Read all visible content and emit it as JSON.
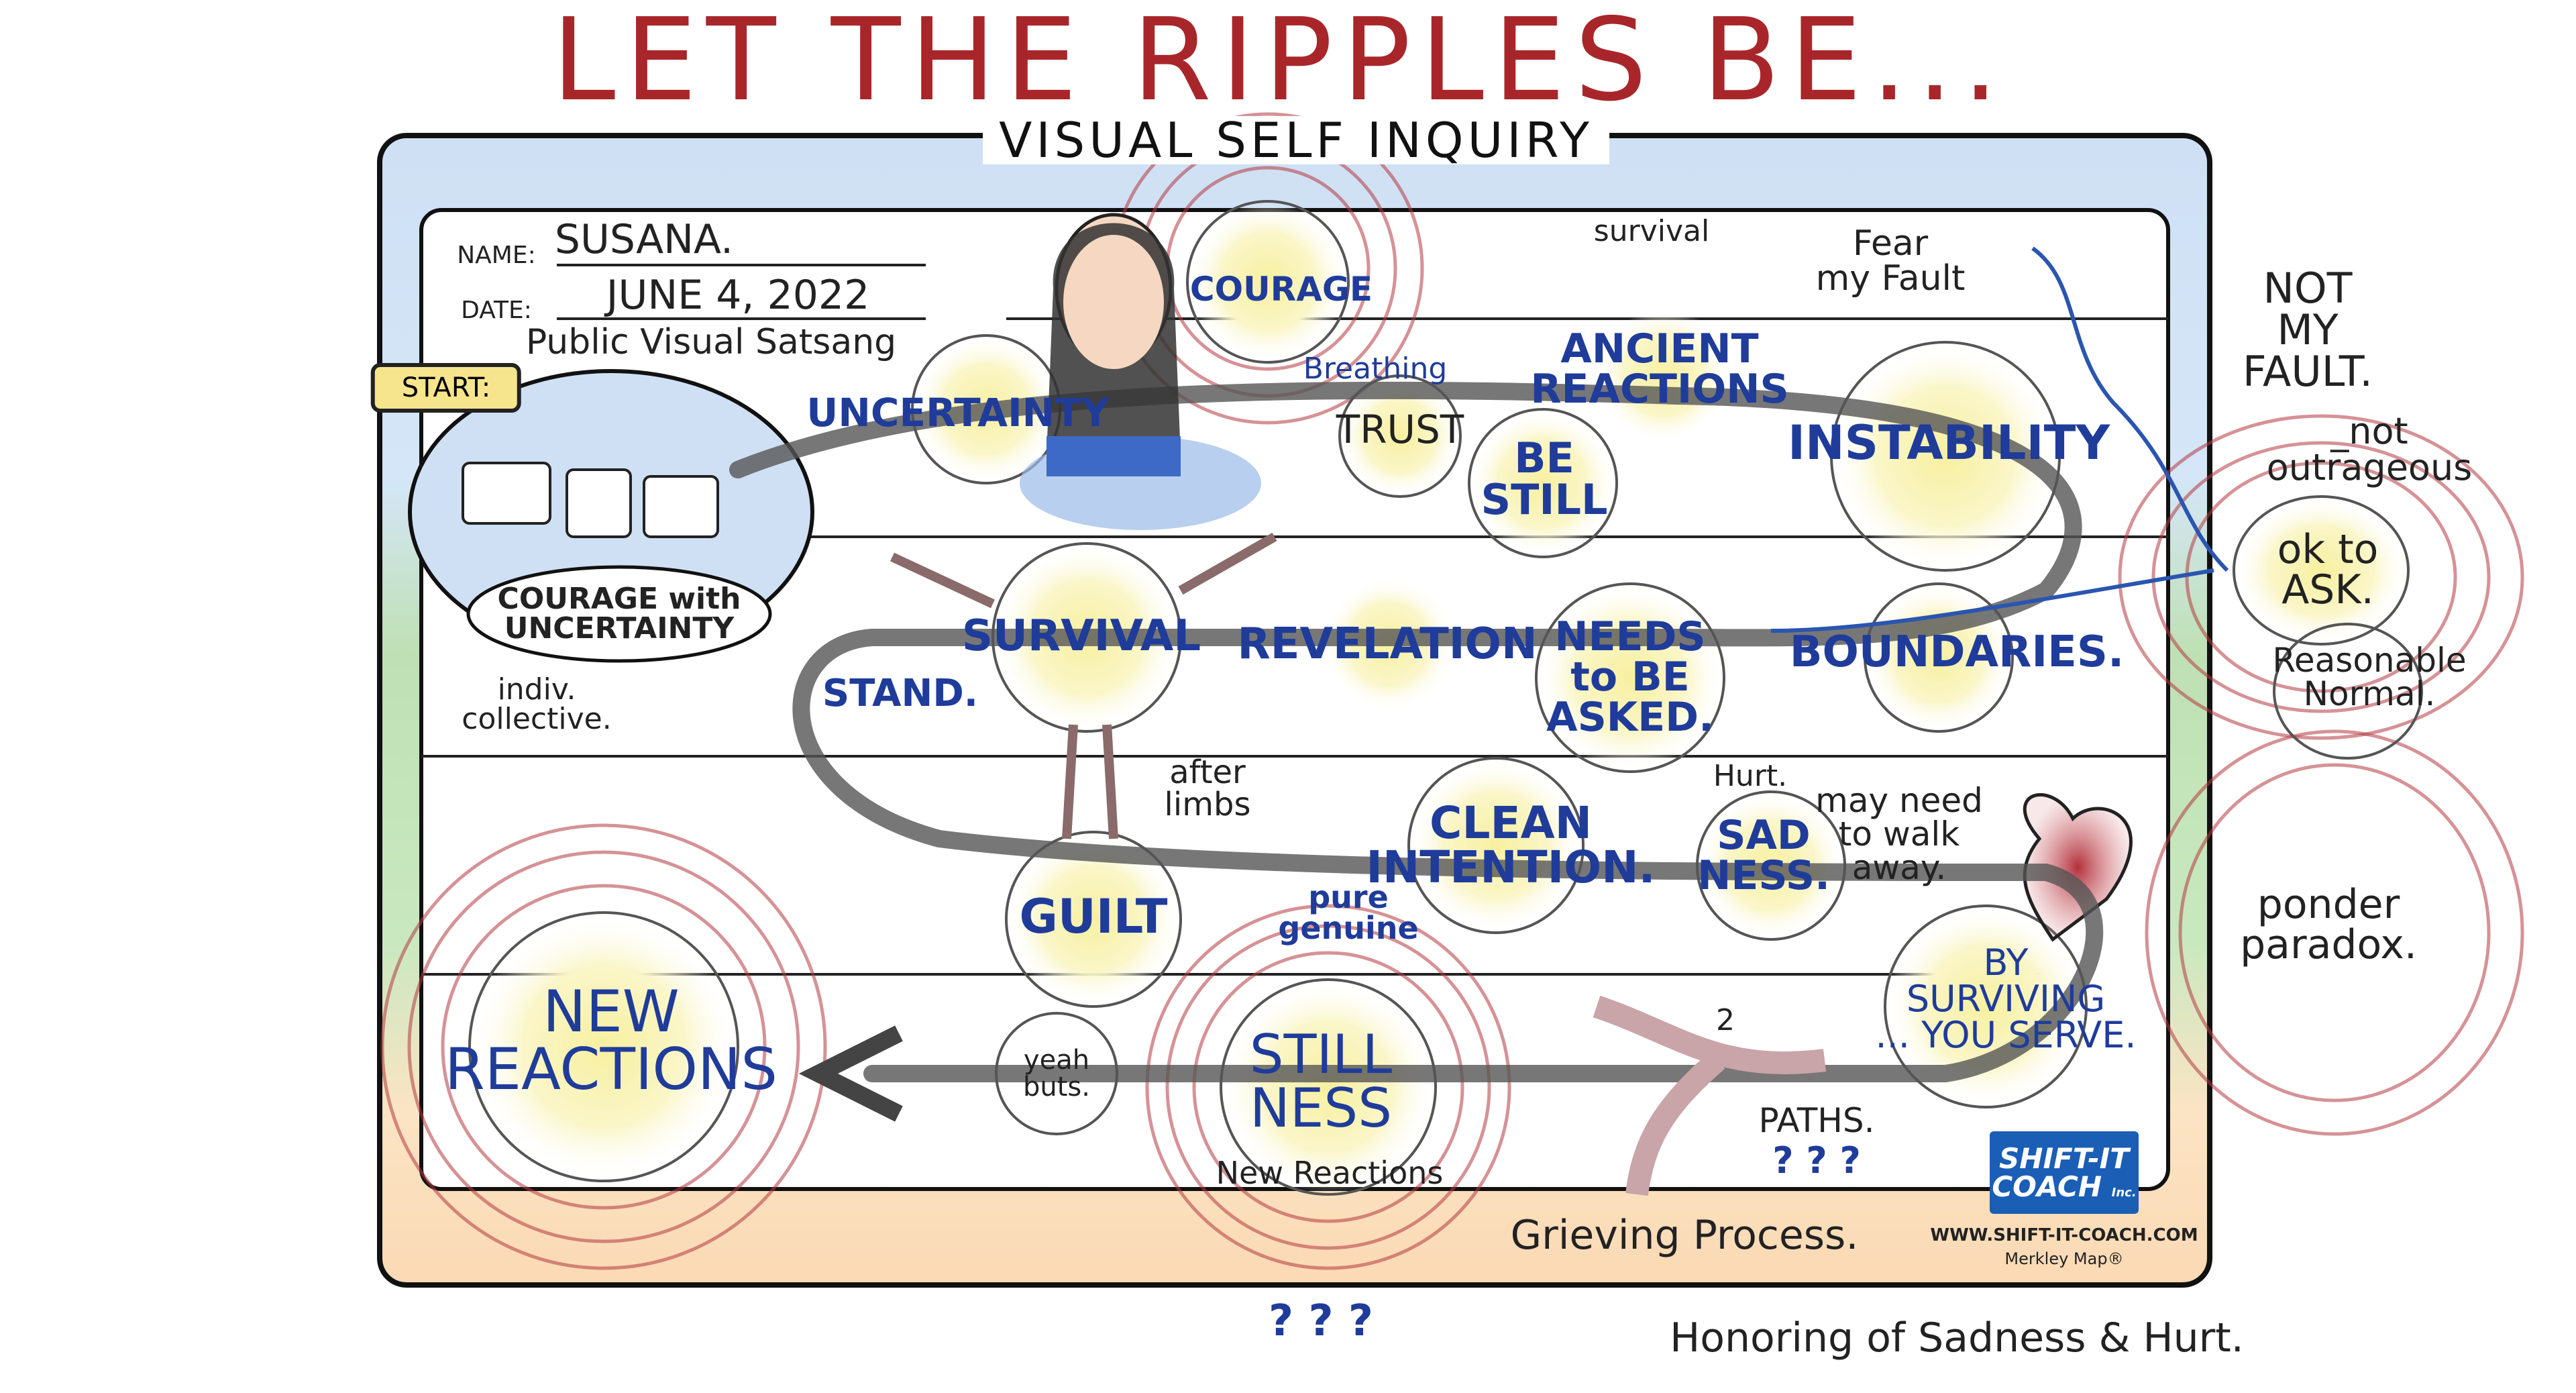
{
  "title": "LET THE RIPPLES BE...",
  "subtitle": "VISUAL SELF INQUIRY",
  "form": {
    "name_label": "NAME:",
    "name_value": "SUSANA.",
    "date_label": "DATE:",
    "date_value": "JUNE 4, 2022",
    "event": "Public Visual Satsang"
  },
  "start": {
    "label": "START:",
    "bubble_text": "COURAGE with\nUNCERTAINTY",
    "note": "indiv.\ncollective."
  },
  "nodes": {
    "uncertainty": "UNCERTAINTY",
    "courage": "COURAGE",
    "breathing": "Breathing",
    "trust": "TRUST",
    "be_still": "BE\nSTILL",
    "survival_note": "survival",
    "ancient_reactions": "ANCIENT\nREACTIONS",
    "fear_my_fault": "Fear\nmy Fault",
    "instability": "INSTABILITY",
    "survival": "SURVIVAL",
    "stand": "STAND.",
    "revelation": "REVELATION",
    "needs_to_be_asked": "NEEDS\nto BE\nASKED.",
    "boundaries": "BOUNDARIES.",
    "after_limbs": "after\nlimbs",
    "clean_intention": "CLEAN\nINTENTION.",
    "hurt": "Hurt.",
    "sadness": "SAD\nNESS.",
    "may_need": "may need\nto walk\naway.",
    "guilt": "GUILT",
    "pure_genuine": "pure\ngenuine",
    "yeah_buts": "yeah\nbuts.",
    "stillness": "STILL\nNESS",
    "new_reactions_note": "New Reactions",
    "new_reactions": "NEW\nREACTIONS",
    "two": "2",
    "by_surviving": "BY\nSURVIVING\n... YOU SERVE.",
    "paths": "PATHS.",
    "paths_q": "? ? ?",
    "grieving": "Grieving Process.",
    "grieving_q": "? ? ?",
    "honoring": "Honoring of Sadness & Hurt."
  },
  "side_notes": {
    "not_my_fault": "NOT\nMY\nFAULT.",
    "not_outrageous": "_not\noutrageous",
    "ok_to_ask": "ok to\nASK.",
    "reasonable": "Reasonable\nNormal.",
    "ponder": "ponder\nparadox."
  },
  "branding": {
    "logo_line1": "SHIFT-IT",
    "logo_line2": "COACH",
    "logo_inc": "Inc.",
    "url": "WWW.SHIFT-IT-COACH.COM",
    "map": "Merkley Map®"
  },
  "colors": {
    "title_red": "#a8262a",
    "ink_blue": "#1f3c9a",
    "ripple_red": "#b5393f",
    "glow_yellow": "#f5ef9a",
    "logo_blue": "#1a5eb6"
  }
}
